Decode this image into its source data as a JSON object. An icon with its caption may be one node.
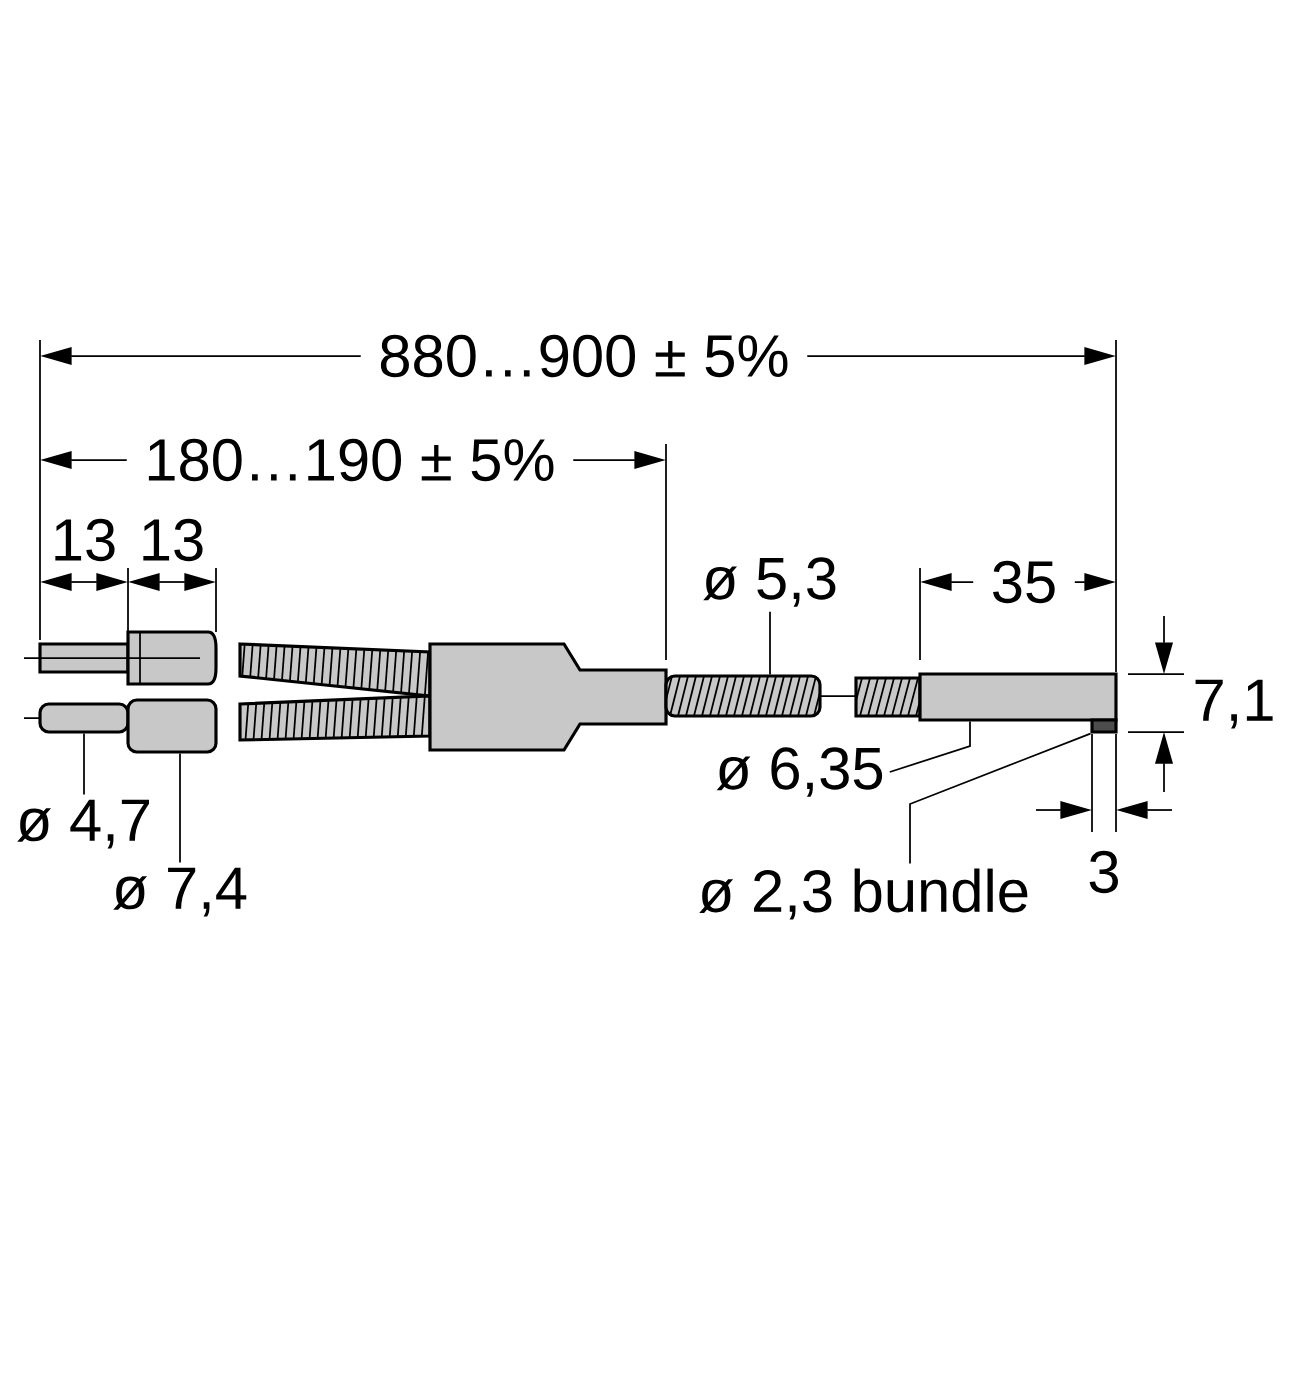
{
  "diagram": {
    "nodes": [
      {
        "text": [
          "ø 4,7"
        ]
      },
      {
        "text": [
          "ø 7,4"
        ]
      },
      {
        "text": [
          "ø 5,3"
        ]
      },
      {
        "text": [
          "ø 6,35"
        ]
      },
      {
        "text": [
          "ø 2,3 bundle"
        ]
      },
      {
        "text": [],
        "shape": "bar"
      },
      {
        "text": [],
        "shape": "bar"
      },
      {
        "text": [],
        "shape": "bar"
      },
      {
        "text": [],
        "shape": "box"
      },
      {
        "text": [],
        "shape": "box"
      }
    ],
    "edges": [
      {
        "from": 0,
        "to": 5,
        "arrow": "none"
      },
      {
        "from": 1,
        "to": 6,
        "arrow": "none"
      },
      {
        "from": 2,
        "to": 7,
        "arrow": "none"
      },
      {
        "from": 3,
        "to": 8,
        "arrow": "none"
      },
      {
        "from": 4,
        "to": 9,
        "arrow": "none"
      }
    ],
    "labels": [
      "880…900 ± 5%",
      "180…190 ± 5%",
      "13",
      "13",
      "35",
      "7,1",
      "3"
    ]
  }
}
